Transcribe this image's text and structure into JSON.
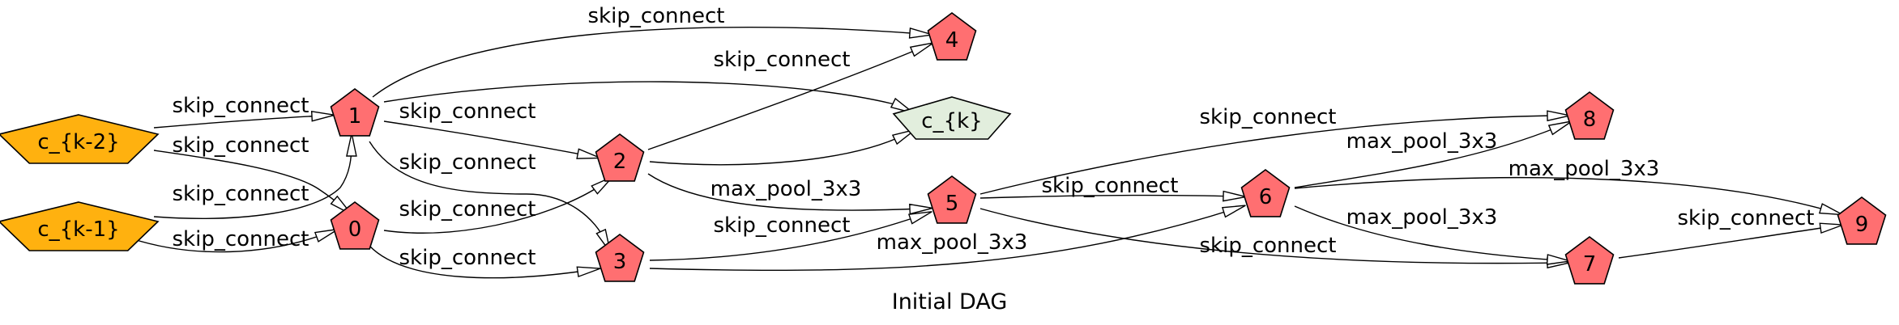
{
  "caption": "Initial DAG",
  "colors": {
    "input_node": "#ffb10f",
    "op_node": "#ff6f71",
    "output_node": "#e2eedd",
    "edge": "#000000"
  },
  "nodes": [
    {
      "id": "ck2",
      "label": "c_{k-2}",
      "kind": "input"
    },
    {
      "id": "ck1",
      "label": "c_{k-1}",
      "kind": "input"
    },
    {
      "id": "n0",
      "label": "0",
      "kind": "op"
    },
    {
      "id": "n1",
      "label": "1",
      "kind": "op"
    },
    {
      "id": "n2",
      "label": "2",
      "kind": "op"
    },
    {
      "id": "n3",
      "label": "3",
      "kind": "op"
    },
    {
      "id": "n4",
      "label": "4",
      "kind": "op"
    },
    {
      "id": "n5",
      "label": "5",
      "kind": "op"
    },
    {
      "id": "n6",
      "label": "6",
      "kind": "op"
    },
    {
      "id": "n7",
      "label": "7",
      "kind": "op"
    },
    {
      "id": "n8",
      "label": "8",
      "kind": "op"
    },
    {
      "id": "n9",
      "label": "9",
      "kind": "op"
    },
    {
      "id": "ck",
      "label": "c_{k}",
      "kind": "output"
    }
  ],
  "edges": [
    {
      "from": "ck2",
      "to": "n1",
      "label": "skip_connect"
    },
    {
      "from": "ck2",
      "to": "n0",
      "label": "skip_connect"
    },
    {
      "from": "ck1",
      "to": "n1",
      "label": "skip_connect"
    },
    {
      "from": "ck1",
      "to": "n0",
      "label": "skip_connect"
    },
    {
      "from": "n1",
      "to": "n4",
      "label": "skip_connect"
    },
    {
      "from": "n1",
      "to": "ck",
      "label": ""
    },
    {
      "from": "n1",
      "to": "n2",
      "label": "skip_connect"
    },
    {
      "from": "n1",
      "to": "n3",
      "label": "skip_connect"
    },
    {
      "from": "n0",
      "to": "n2",
      "label": "skip_connect"
    },
    {
      "from": "n0",
      "to": "n3",
      "label": "skip_connect"
    },
    {
      "from": "n2",
      "to": "n4",
      "label": "skip_connect"
    },
    {
      "from": "n2",
      "to": "ck",
      "label": ""
    },
    {
      "from": "n2",
      "to": "n5",
      "label": "max_pool_3x3"
    },
    {
      "from": "n3",
      "to": "n5",
      "label": "skip_connect"
    },
    {
      "from": "n3",
      "to": "n6",
      "label": "max_pool_3x3"
    },
    {
      "from": "n5",
      "to": "n8",
      "label": "skip_connect"
    },
    {
      "from": "n5",
      "to": "n6",
      "label": "skip_connect"
    },
    {
      "from": "n5",
      "to": "n7",
      "label": "skip_connect"
    },
    {
      "from": "n6",
      "to": "n8",
      "label": "max_pool_3x3"
    },
    {
      "from": "n6",
      "to": "n9",
      "label": "max_pool_3x3"
    },
    {
      "from": "n6",
      "to": "n7",
      "label": "max_pool_3x3"
    },
    {
      "from": "n7",
      "to": "n9",
      "label": "skip_connect"
    }
  ]
}
